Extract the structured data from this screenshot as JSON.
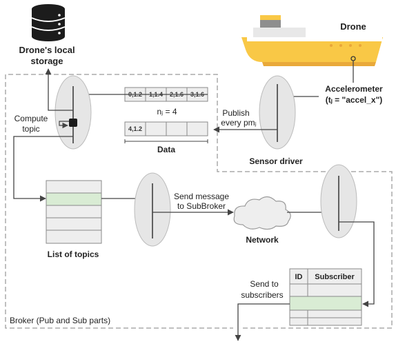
{
  "storage": {
    "title_line1": "Drone's local",
    "title_line2": "storage"
  },
  "drone": {
    "title": "Drone"
  },
  "accelerometer": {
    "line1": "Accelerometer",
    "line2": "(tⱼ = \"accel_x\")"
  },
  "sensor_driver": {
    "label": "Sensor driver"
  },
  "publish": {
    "line1": "Publish",
    "line2": "every pmⱼ"
  },
  "compute": {
    "line1": "Compute",
    "line2": "topic"
  },
  "buffer_top": {
    "cells": [
      "0,1.2",
      "1,1.4",
      "2,1.6",
      "3,1.6"
    ]
  },
  "n_label": "nⱼ = 4",
  "buffer_bottom": {
    "cells": [
      "4,1.2",
      "",
      "",
      ""
    ]
  },
  "data_label": "Data",
  "list_of_topics": "List of topics",
  "send_message": {
    "line1": "Send message",
    "line2": "to SubBroker"
  },
  "network": "Network",
  "sub_table": {
    "headers": [
      "ID",
      "Subscriber"
    ]
  },
  "send_to": {
    "line1": "Send to",
    "line2": "subscribers"
  },
  "broker_label": "Broker (Pub and Sub parts)",
  "colors": {
    "ship_hull": "#f9c846",
    "ship_stripe": "#ffffff",
    "cabin": "#e8e8e8",
    "chimney": "#8e8e8e",
    "chimney_top": "#f9c846",
    "highlight": "#d9ecd4",
    "ellipse": "#e6e6e6"
  }
}
